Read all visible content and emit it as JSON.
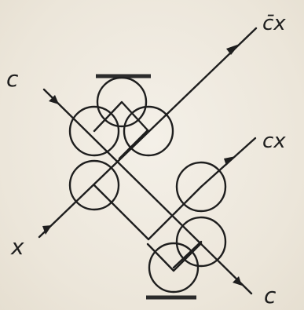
{
  "diagram": {
    "labels": {
      "input_c": "c",
      "input_x": "x",
      "output_not_c_x": "c̄x",
      "output_cx": "cx",
      "output_c": "c"
    }
  }
}
